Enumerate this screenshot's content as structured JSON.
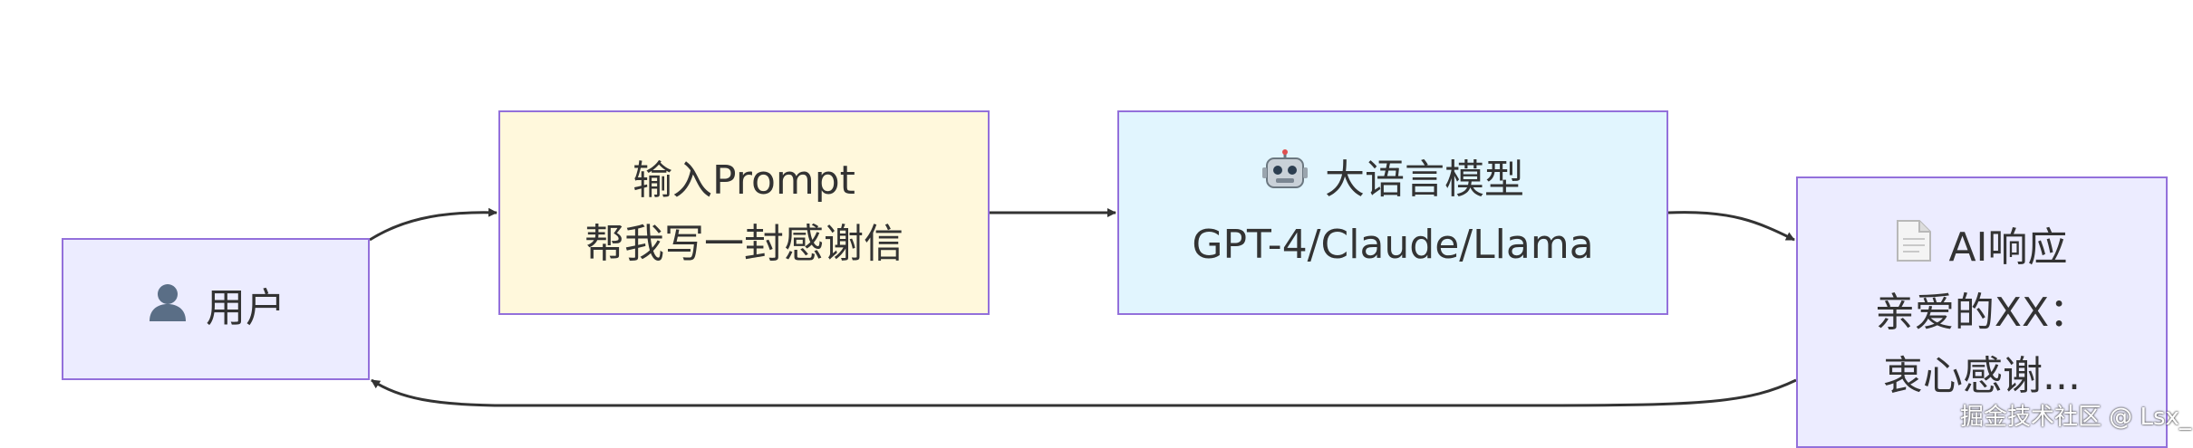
{
  "diagram": {
    "nodes": {
      "user": {
        "icon": "user-icon",
        "label": "用户"
      },
      "prompt": {
        "line1": "输入Prompt",
        "line2": "帮我写一封感谢信"
      },
      "llm": {
        "icon": "robot-icon",
        "title": "大语言模型",
        "line2": "GPT-4/Claude/Llama"
      },
      "response": {
        "icon": "document-icon",
        "title": "AI响应",
        "line2": "亲爱的XX：",
        "line3": "衷心感谢..."
      }
    },
    "edges": [
      {
        "from": "user",
        "to": "prompt"
      },
      {
        "from": "prompt",
        "to": "llm"
      },
      {
        "from": "llm",
        "to": "response"
      },
      {
        "from": "response",
        "to": "user"
      }
    ],
    "colors": {
      "border": "#9370db",
      "user_fill": "#ececff",
      "prompt_fill": "#fff8dc",
      "llm_fill": "#e1f5fe",
      "response_fill": "#ececff",
      "edge": "#333333"
    }
  },
  "watermark": "掘金技术社区 @ Lsx_"
}
